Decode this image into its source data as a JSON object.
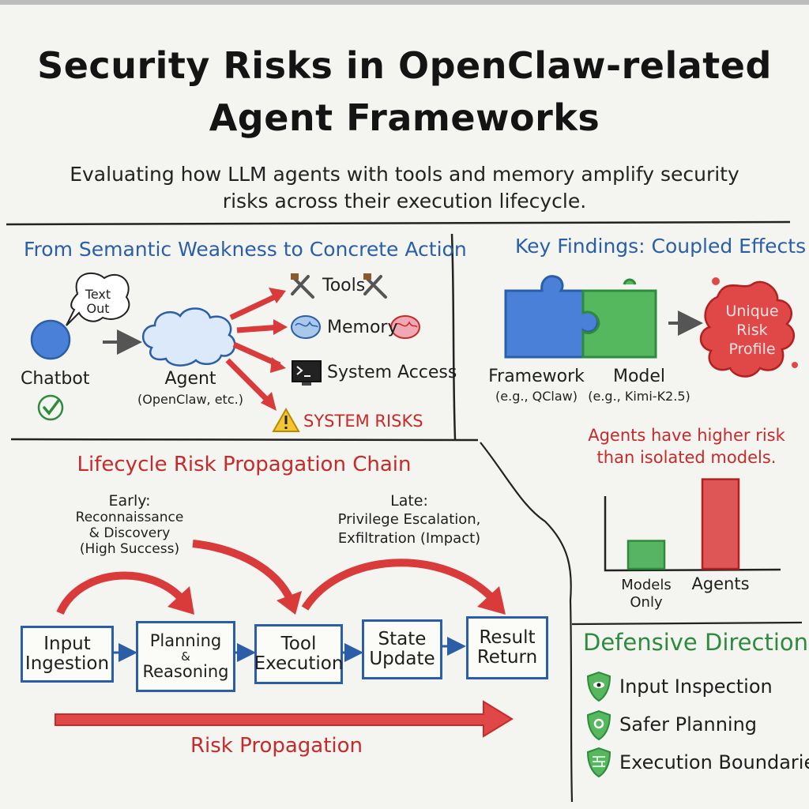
{
  "title": {
    "line1": "Security Risks in OpenClaw-related",
    "line2": "Agent Frameworks"
  },
  "subtitle": {
    "line1": "Evaluating how LLM agents with tools and memory amplify security",
    "line2": "risks across their execution lifecycle."
  },
  "semantic_section": {
    "heading": "From Semantic Weakness to Concrete Action",
    "bubble_line1": "Text",
    "bubble_line2": "Out",
    "chatbot_label": "Chatbot",
    "agent_label": "Agent",
    "agent_sub": "(OpenClaw, etc.)",
    "capabilities": {
      "tools": "Tools",
      "memory": "Memory",
      "system_access": "System Access"
    },
    "risk_label": "SYSTEM RISKS"
  },
  "findings_section": {
    "heading": "Key Findings: Coupled Effects",
    "framework_label": "Framework",
    "framework_example": "(e.g., QClaw)",
    "model_label": "Model",
    "model_example": "(e.g., Kimi-K2.5)",
    "risk_profile_line1": "Unique",
    "risk_profile_line2": "Risk",
    "risk_profile_line3": "Profile"
  },
  "chart_data": {
    "type": "bar",
    "title_line1": "Agents have higher risk",
    "title_line2": "than isolated models.",
    "categories": [
      "Models Only",
      "Agents"
    ],
    "category_lines": [
      [
        "Models",
        "Only"
      ],
      [
        "Agents"
      ]
    ],
    "values": [
      1,
      3.2
    ],
    "ylim": [
      0,
      3.5
    ],
    "bar_colors": [
      "#3aa84a",
      "#d93a3a"
    ],
    "xlabel": "",
    "ylabel": ""
  },
  "lifecycle_section": {
    "heading": "Lifecycle Risk Propagation Chain",
    "early_line1": "Early:",
    "early_line2": "Reconnaissance",
    "early_line3": "& Discovery",
    "early_line4": "(High Success)",
    "late_line1": "Late:",
    "late_line2": "Privilege Escalation,",
    "late_line3": "Exfiltration (Impact)",
    "stages": [
      {
        "line1": "Input",
        "line2": "Ingestion",
        "line3": ""
      },
      {
        "line1": "Planning",
        "line2": "&",
        "line3": "Reasoning"
      },
      {
        "line1": "Tool",
        "line2": "Execution",
        "line3": ""
      },
      {
        "line1": "State",
        "line2": "Update",
        "line3": ""
      },
      {
        "line1": "Result",
        "line2": "Return",
        "line3": ""
      }
    ],
    "propagation_label": "Risk Propagation"
  },
  "defense_section": {
    "heading": "Defensive Directions",
    "items": [
      {
        "label": "Input Inspection",
        "icon": "eye-shield-icon"
      },
      {
        "label": "Safer Planning",
        "icon": "gear-shield-icon"
      },
      {
        "label": "Execution Boundaries",
        "icon": "wall-shield-icon"
      }
    ]
  },
  "colors": {
    "blue": "#2c5ea8",
    "red": "#d93a3a",
    "green": "#3aa84a",
    "ink": "#1e1e1e"
  }
}
